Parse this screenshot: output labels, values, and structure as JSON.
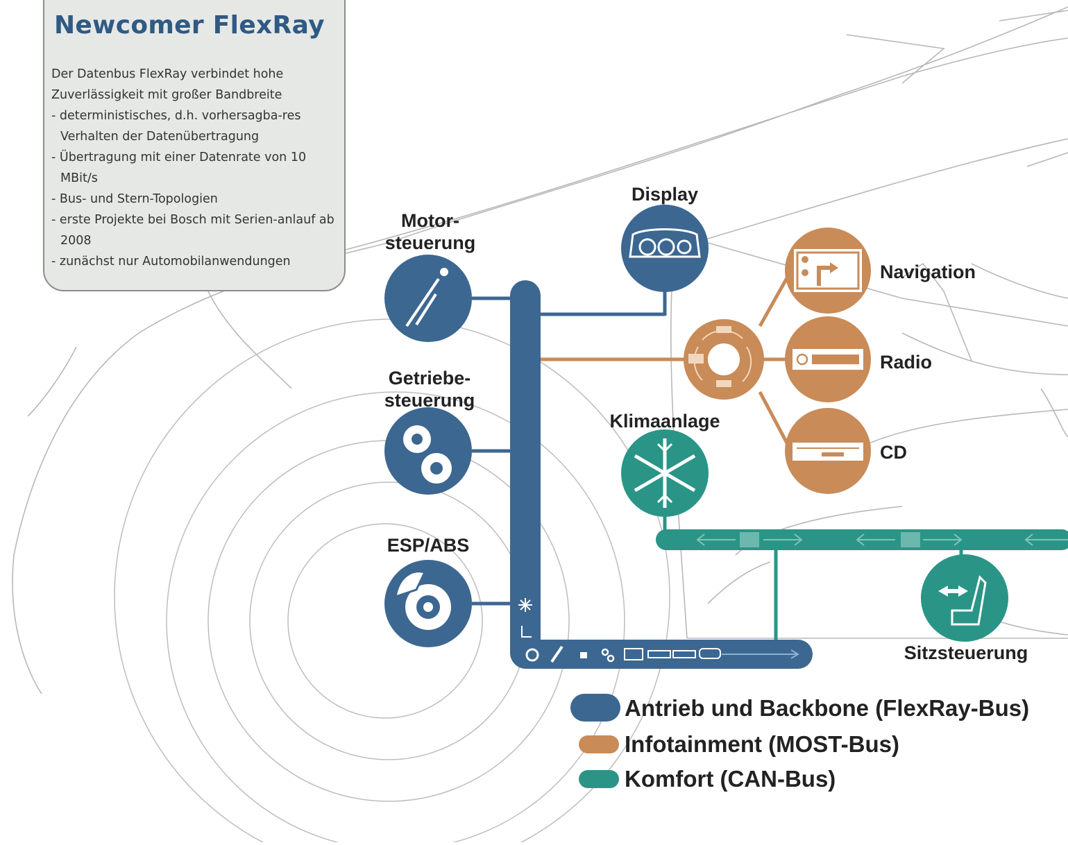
{
  "infobox": {
    "title": "Newcomer FlexRay",
    "intro": "Der Datenbus FlexRay verbindet hohe Zuverlässigkeit mit großer Bandbreite",
    "bullets": [
      "deterministisches, d.h. vorhersagba-res Verhalten der Datenübertragung",
      "Übertragung mit einer Datenrate von 10 MBit/s",
      "Bus- und Stern-Topologien",
      "erste Projekte bei Bosch mit Serien-anlauf ab 2008",
      "zunächst nur Automobilanwendungen"
    ]
  },
  "nodes": {
    "motor": {
      "line1": "Motor-",
      "line2": "steuerung"
    },
    "getriebe": {
      "line1": "Getriebe-",
      "line2": "steuerung"
    },
    "esp": {
      "label": "ESP/ABS"
    },
    "display": {
      "label": "Display"
    },
    "navigation": {
      "label": "Navigation"
    },
    "radio": {
      "label": "Radio"
    },
    "cd": {
      "label": "CD"
    },
    "klima": {
      "label": "Klimaanlage"
    },
    "sitz": {
      "label": "Sitzsteuerung"
    }
  },
  "legend": [
    {
      "label": "Antrieb und Backbone (FlexRay-Bus)",
      "color": "#3c6791"
    },
    {
      "label": "Infotainment (MOST-Bus)",
      "color": "#c98b58"
    },
    {
      "label": "Komfort (CAN-Bus)",
      "color": "#2a9586"
    }
  ],
  "colors": {
    "flexray": "#3c6791",
    "most": "#c98b58",
    "can": "#2a9586",
    "outline": "#b8b8b8"
  }
}
